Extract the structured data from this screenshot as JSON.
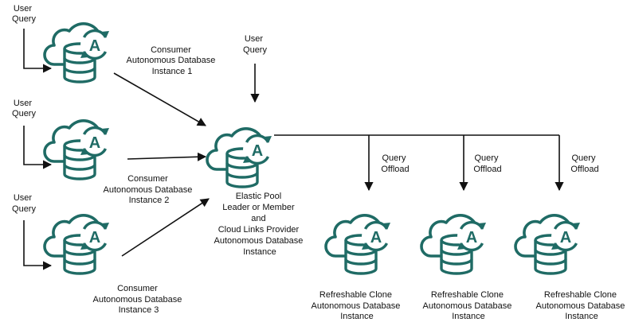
{
  "colors": {
    "icon": "#1f6b65",
    "arrow": "#111111",
    "background": "#ffffff"
  },
  "icon_name": "cloud-database-autonomous-icon",
  "consumers": [
    {
      "user_query": [
        "User",
        "Query"
      ],
      "label": [
        "Consumer",
        "Autonomous Database",
        "Instance 1"
      ]
    },
    {
      "user_query": [
        "User",
        "Query"
      ],
      "label": [
        "Consumer",
        "Autonomous Database",
        "Instance 2"
      ]
    },
    {
      "user_query": [
        "User",
        "Query"
      ],
      "label": [
        "Consumer",
        "Autonomous Database",
        "Instance 3"
      ]
    }
  ],
  "provider": {
    "user_query": [
      "User",
      "Query"
    ],
    "label": [
      "Elastic Pool",
      "Leader or Member",
      "and",
      "Cloud Links Provider",
      "Autonomous Database",
      "Instance"
    ]
  },
  "clones": [
    {
      "offload": [
        "Query",
        "Offload"
      ],
      "label": [
        "Refreshable Clone",
        "Autonomous Database",
        "Instance"
      ]
    },
    {
      "offload": [
        "Query",
        "Offload"
      ],
      "label": [
        "Refreshable Clone",
        "Autonomous Database",
        "Instance"
      ]
    },
    {
      "offload": [
        "Query",
        "Offload"
      ],
      "label": [
        "Refreshable Clone",
        "Autonomous Database",
        "Instance"
      ]
    }
  ]
}
